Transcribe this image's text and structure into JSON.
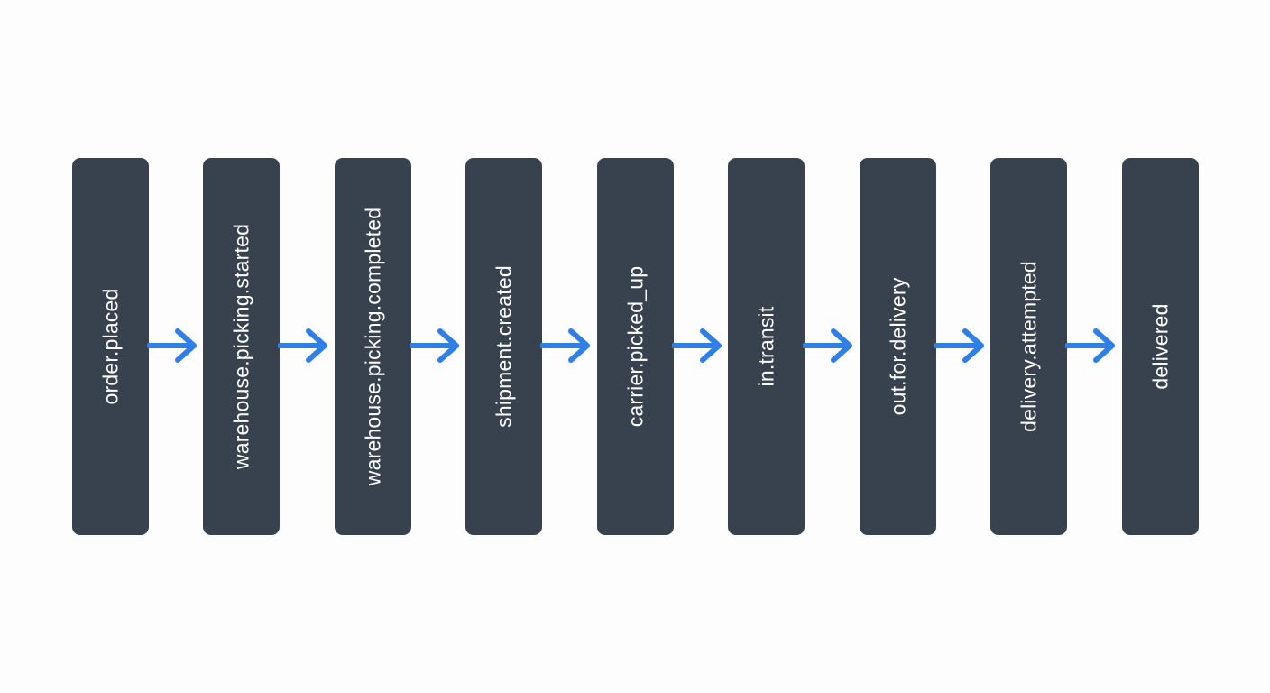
{
  "pipeline": {
    "stages": [
      {
        "label": "order.placed"
      },
      {
        "label": "warehouse.picking.started"
      },
      {
        "label": "warehouse.picking.completed"
      },
      {
        "label": "shipment.created"
      },
      {
        "label": "carrier.picked_up"
      },
      {
        "label": "in.transit"
      },
      {
        "label": "out.for.delivery"
      },
      {
        "label": "delivery.attempted"
      },
      {
        "label": "delivered"
      }
    ],
    "connector_icon": "arrow-right-icon"
  },
  "colors": {
    "background": "#fdfdfd",
    "stage_fill": "#38414e",
    "stage_text": "#ffffff",
    "arrow": "#2f7fe6"
  }
}
